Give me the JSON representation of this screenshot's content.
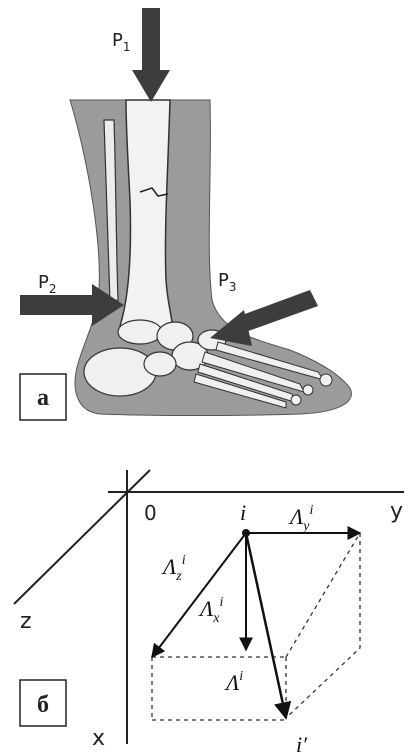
{
  "panel_a": {
    "tag": "а",
    "forces": {
      "p1": {
        "base": "P",
        "sub": "1"
      },
      "p2": {
        "base": "P",
        "sub": "2"
      },
      "p3": {
        "base": "P",
        "sub": "3"
      }
    },
    "colors": {
      "skin": "#9b9b9b",
      "bone": "#f2f2f2",
      "arrow": "#3d3d3d"
    }
  },
  "panel_b": {
    "tag": "б",
    "axes": {
      "origin": "0",
      "x": "x",
      "y": "y",
      "z": "z"
    },
    "point_i": "i",
    "point_i_prime": "i′",
    "vectors": {
      "lambda_y": {
        "base": "Λ",
        "sub": "y",
        "sup": "i"
      },
      "lambda_z": {
        "base": "Λ",
        "sub": "z",
        "sup": "i"
      },
      "lambda_x": {
        "base": "Λ",
        "sub": "x",
        "sup": "i"
      },
      "lambda": {
        "base": "Λ",
        "sup": "i"
      }
    }
  }
}
